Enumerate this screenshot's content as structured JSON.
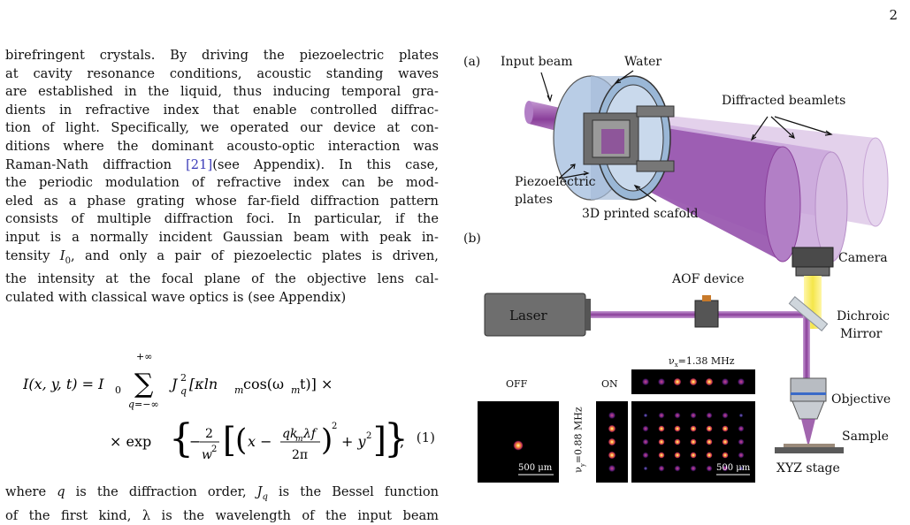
{
  "page_number": "2",
  "paragraph_lines": [
    "birefringent crystals. By driving the piezoelectric plates",
    "at cavity resonance conditions, acoustic standing waves",
    "are established in the liquid, thus inducing temporal gra-",
    "dients in refractive index that enable controlled diffrac-",
    "tion of light. Specifically, we operated our device at con-",
    "ditions where the dominant acousto-optic interaction was",
    "the periodic modulation of refractive index can be mod-",
    "eled as a phase grating whose far-field diffraction pattern",
    "consists of multiple diffraction foci. In particular, if the",
    "input is a normally incident Gaussian beam with peak in-",
    "the intensity at the focal plane of the objective lens cal-",
    "culated with classical wave optics is (see Appendix)"
  ],
  "raman_line": {
    "before": "Raman-Nath diffraction ",
    "cite": "[21]",
    "after": "(see Appendix). In this case,"
  },
  "tensity_line": {
    "before": "tensity ",
    "symbol": "I",
    "subscript": "0",
    "after": ", and only a pair of piezoelectic plates is driven,"
  },
  "equation": {
    "number": "(1)",
    "lhs": "I(x, y, t) = I",
    "lhs_sub": "0",
    "sum_upper": "+∞",
    "sum_lower": "q=−∞",
    "bessel": "J",
    "bessel_sub": "q",
    "bessel_sup": "2",
    "bessel_arg": "[κln",
    "bessel_arg_sub": "m",
    "bessel_arg_tail": " cos(ω",
    "bessel_arg_tail_sub": "m",
    "bessel_arg_end": "t)] ×",
    "line2_prefix": "× exp",
    "frac_num": "2",
    "frac_den": "w",
    "frac_den_sup": "2",
    "inner_x": "x −",
    "inner_num": "qk",
    "inner_num_sub": "m",
    "inner_num_tail": "λf",
    "inner_den": "2π",
    "plus_y": "+ y",
    "y_sup": "2",
    "comma": ","
  },
  "after_text": {
    "before": "where ",
    "q": "q",
    "mid1": " is the diffraction order, ",
    "J": "J",
    "Jsub": "q",
    "mid2": " is the Bessel function",
    "line2": "of the first kind, λ is the wavelength of the input beam"
  },
  "figure": {
    "panel_a": {
      "label": "(a)",
      "input_beam": "Input beam",
      "water": "Water",
      "diffracted": "Diffracted beamlets",
      "piezo_line1": "Piezoelectric",
      "piezo_line2": "plates",
      "scaffold": "3D printed scafold"
    },
    "panel_b": {
      "label": "(b)",
      "camera": "Camera",
      "aof": "AOF device",
      "laser": "Laser",
      "dichroic1": "Dichroic",
      "dichroic2": "Mirror",
      "objective": "Objective",
      "sample": "Sample",
      "stage": "XYZ stage",
      "off": "OFF",
      "on": "ON",
      "freq_x": "ν",
      "freq_x_sub": "x",
      "freq_x_val": "=1.38 MHz",
      "freq_y": "ν",
      "freq_y_sub": "y",
      "freq_y_val": "=0.88 MHz",
      "scale1": "500 μm",
      "scale2": "500 μm"
    },
    "colors": {
      "beam": "#8a3f9a",
      "beam_light": "#c8a6d6",
      "laser_box": "#6e6e6e",
      "camera_beam": "#f4e64a",
      "holder": "#9ab7d6"
    }
  }
}
